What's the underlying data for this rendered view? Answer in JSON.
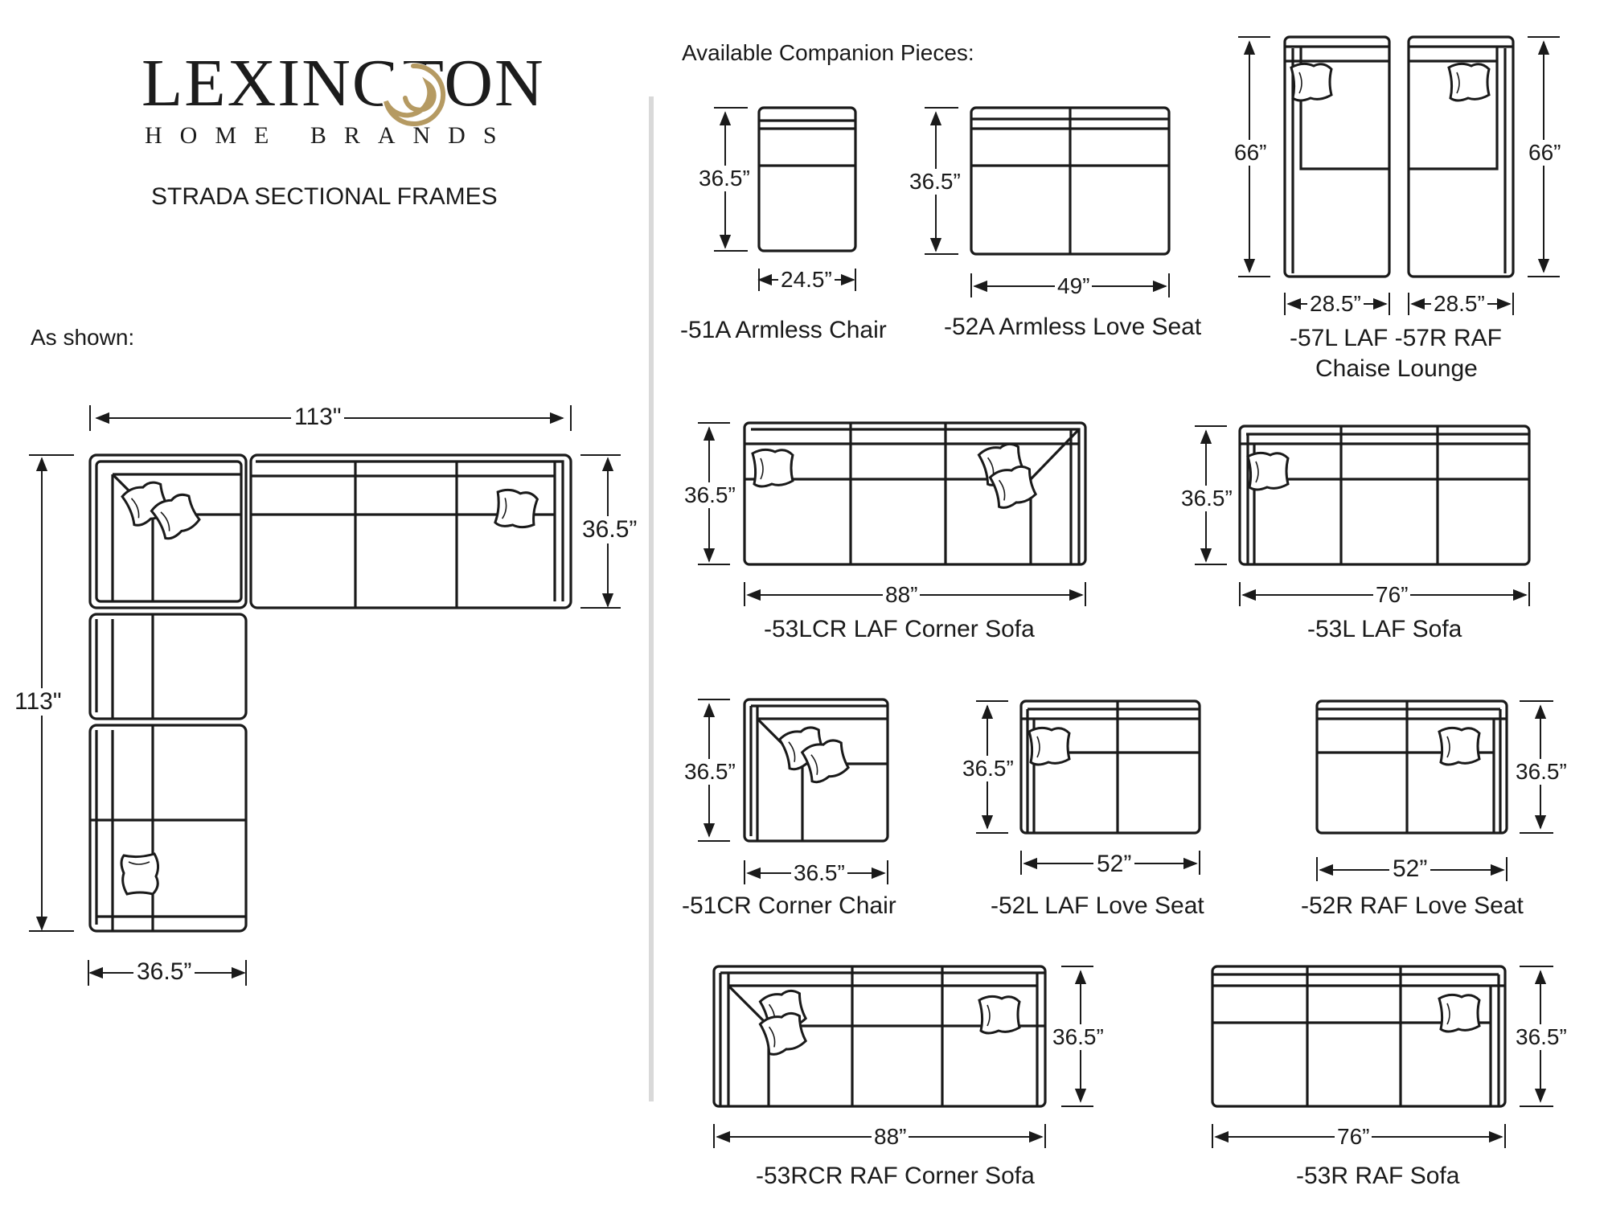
{
  "brand": {
    "name": "LEXINGTON",
    "tagline": "HOME BRANDS",
    "logo_colors": {
      "text": "#1c1c1c",
      "swirl": "#b59a62"
    }
  },
  "title": "STRADA SECTIONAL FRAMES",
  "as_shown": {
    "label": "As shown:",
    "dims": {
      "top_width": "113\"",
      "left_height": "113\"",
      "right_depth": "36.5”",
      "bottom_width": "36.5”"
    }
  },
  "companion_heading": "Available Companion Pieces:",
  "pieces": {
    "p51a": {
      "label": "-51A Armless Chair",
      "height": "36.5”",
      "width": "24.5”"
    },
    "p52a": {
      "label": "-52A Armless Love Seat",
      "height": "36.5”",
      "width": "49”"
    },
    "p57": {
      "label_line1": "-57L LAF -57R RAF",
      "label_line2": "Chaise Lounge",
      "height_left": "66”",
      "height_right": "66”",
      "width_left": "28.5”",
      "width_right": "28.5”"
    },
    "p53lcr": {
      "label": "-53LCR LAF Corner Sofa",
      "height": "36.5”",
      "width": "88”"
    },
    "p53l": {
      "label": "-53L LAF Sofa",
      "height": "36.5”",
      "width": "76”"
    },
    "p51cr": {
      "label": "-51CR Corner Chair",
      "height": "36.5”",
      "width": "36.5”"
    },
    "p52l": {
      "label": "-52L LAF Love Seat",
      "height": "36.5”",
      "width": "52”"
    },
    "p52r": {
      "label": "-52R RAF Love Seat",
      "height": "36.5”",
      "width": "52”"
    },
    "p53rcr": {
      "label": "-53RCR RAF Corner Sofa",
      "height": "36.5”",
      "width": "88”"
    },
    "p53r": {
      "label": "-53R RAF Sofa",
      "height": "36.5”",
      "width": "76”"
    }
  }
}
